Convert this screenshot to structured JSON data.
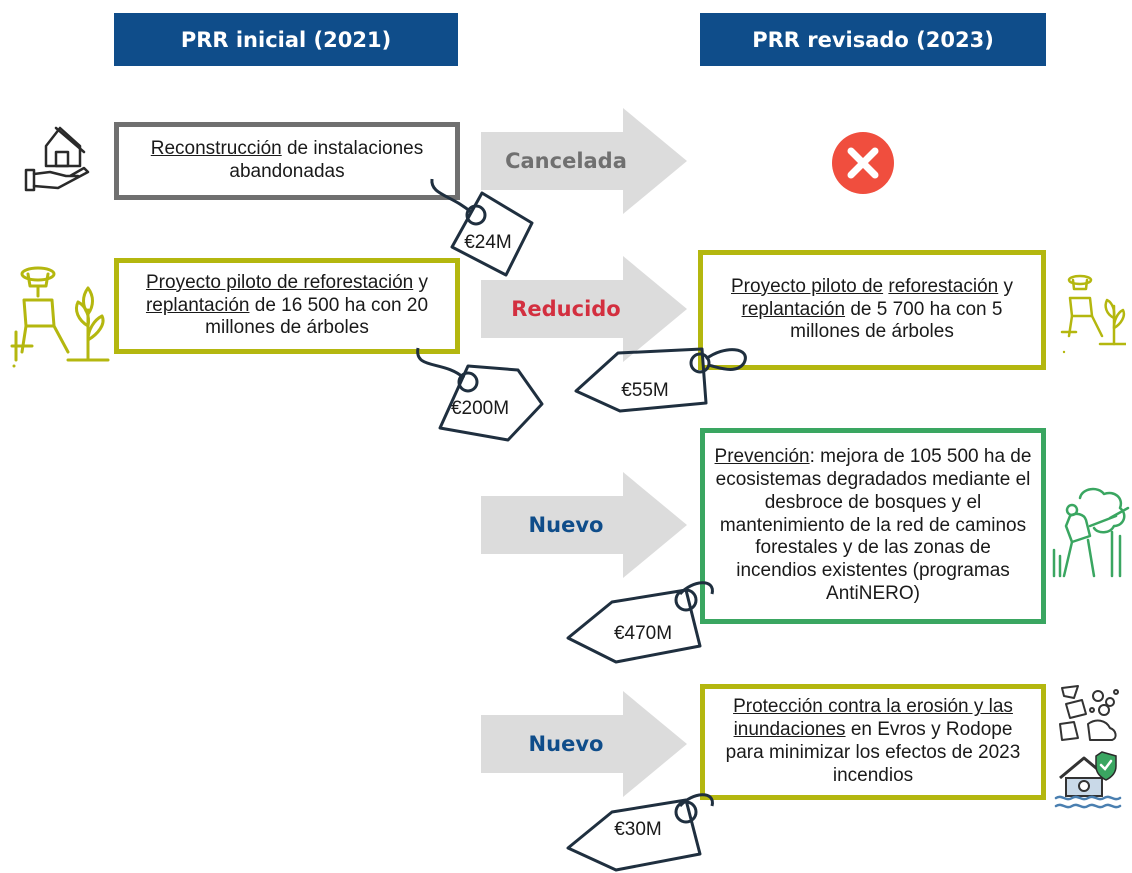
{
  "headers": {
    "left": "PRR inicial (2021)",
    "right": "PRR revisado (2023)"
  },
  "rows": [
    {
      "left_text": {
        "u1": "Reconstrucción",
        "t1": " de instalaciones abandonadas"
      },
      "arrow_label": "Cancelada",
      "left_price": "€24M",
      "right_icon": "cancel-x-icon"
    },
    {
      "left_text": {
        "u1": "Proyecto piloto de reforestación",
        "t1": " y ",
        "u2": "replantación",
        "t2": " de 16 500 ha con 20 millones de árboles"
      },
      "arrow_label": "Reducido",
      "left_price": "€200M",
      "right_text": {
        "u1": "Proyecto piloto de",
        "t0": " ",
        "u2": "reforestación",
        "t1": " y ",
        "u3": "replantación",
        "t2": " de 5 700 ha con 5 millones de árboles"
      },
      "right_price": "€55M"
    },
    {
      "arrow_label": "Nuevo",
      "right_text": {
        "u1": "Prevención",
        "t1": ": mejora de 105 500 ha de ecosistemas degradados mediante el desbroce de bosques y el mantenimiento de la red de caminos forestales y de las zonas de incendios existentes (programas AntiNERO)"
      },
      "right_price": "€470M"
    },
    {
      "arrow_label": "Nuevo",
      "right_text": {
        "u1": "Protección contra la erosión y las inundaciones",
        "t1": " en Evros y Rodope para minimizar los efectos de 2023 incendios"
      },
      "right_price": "€30M"
    }
  ],
  "colors": {
    "header_bg": "#0f4d8a",
    "gray_border": "#707070",
    "olive_border": "#b4b70f",
    "green_border": "#3aa661",
    "arrow_fill": "#dcdcdc",
    "cancelada": "#707070",
    "reducido": "#d32f3f",
    "nuevo": "#0f4d8a",
    "cancel_icon": "#f04e3e",
    "tag_stroke": "#1f2f3f"
  }
}
